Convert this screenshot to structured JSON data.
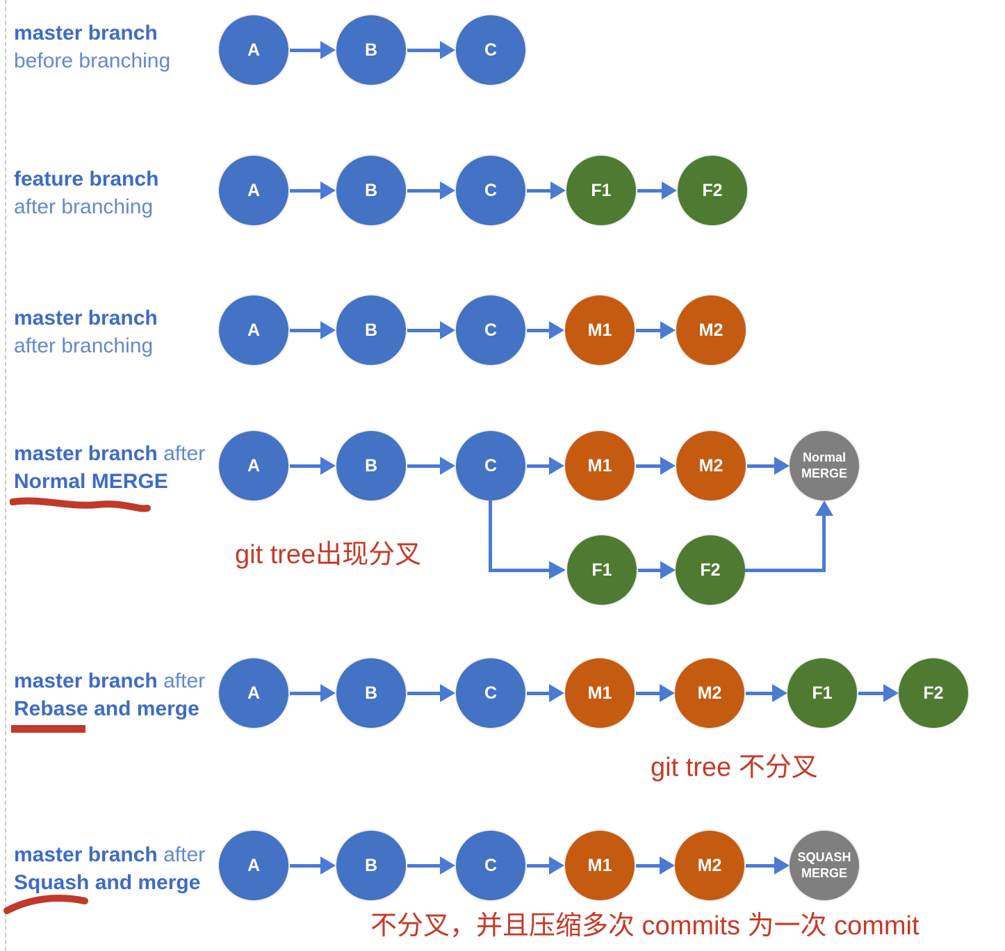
{
  "colors": {
    "node_blue": "#4472C4",
    "node_green": "#4E7B31",
    "node_orange": "#C55A11",
    "node_gray": "#7F7F7F",
    "arrow_blue": "#4A7AD4",
    "title_blue": "#4472C4",
    "annotation_red": "#C43A28"
  },
  "rows": [
    {
      "title": {
        "bold1": "master branch",
        "regular": "before branching"
      },
      "nodes": [
        {
          "label": "A"
        },
        {
          "label": "B"
        },
        {
          "label": "C"
        }
      ]
    },
    {
      "title": {
        "bold1": "feature branch",
        "regular": "after branching"
      },
      "nodes": [
        {
          "label": "A"
        },
        {
          "label": "B"
        },
        {
          "label": "C"
        },
        {
          "label": "F1"
        },
        {
          "label": "F2"
        }
      ]
    },
    {
      "title": {
        "bold1": "master branch",
        "regular": "after branching"
      },
      "nodes": [
        {
          "label": "A"
        },
        {
          "label": "B"
        },
        {
          "label": "C"
        },
        {
          "label": "M1"
        },
        {
          "label": "M2"
        }
      ]
    },
    {
      "title": {
        "bold1": "master branch",
        "regular": "after",
        "bold2": "Normal MERGE"
      },
      "nodes": [
        {
          "label": "A"
        },
        {
          "label": "B"
        },
        {
          "label": "C"
        },
        {
          "label": "M1"
        },
        {
          "label": "M2"
        }
      ],
      "merge_node": {
        "line1": "Normal",
        "line2": "MERGE"
      },
      "fork_nodes": [
        {
          "label": "F1"
        },
        {
          "label": "F2"
        }
      ],
      "annotation": "git tree出现分叉"
    },
    {
      "title": {
        "bold1": "master branch",
        "regular": "after",
        "bold2": "Rebase and merge"
      },
      "nodes": [
        {
          "label": "A"
        },
        {
          "label": "B"
        },
        {
          "label": "C"
        },
        {
          "label": "M1"
        },
        {
          "label": "M2"
        },
        {
          "label": "F1"
        },
        {
          "label": "F2"
        }
      ],
      "annotation": "git tree 不分叉"
    },
    {
      "title": {
        "bold1": "master branch",
        "regular": "after",
        "bold2": "Squash and merge"
      },
      "nodes": [
        {
          "label": "A"
        },
        {
          "label": "B"
        },
        {
          "label": "C"
        },
        {
          "label": "M1"
        },
        {
          "label": "M2"
        }
      ],
      "merge_node": {
        "line1": "SQUASH",
        "line2": "MERGE"
      },
      "annotation": "不分叉，并且压缩多次 commits 为一次 commit"
    }
  ]
}
